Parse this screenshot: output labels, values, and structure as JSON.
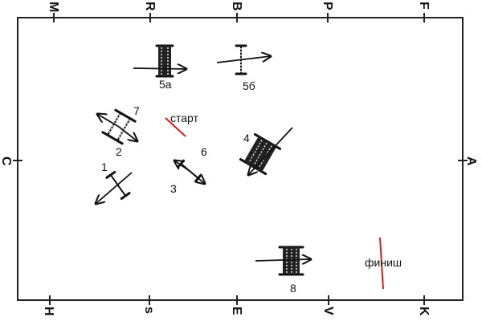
{
  "arena_letters": {
    "top": [
      "M",
      "R",
      "B",
      "P",
      "F"
    ],
    "bottom": [
      "H",
      "s",
      "E",
      "V",
      "K"
    ],
    "left": "C",
    "right": "A"
  },
  "obstacles": [
    {
      "id": "5a",
      "label": "5а"
    },
    {
      "id": "5b",
      "label": "5б"
    },
    {
      "id": "7",
      "label": "7"
    },
    {
      "id": "2",
      "label": "2"
    },
    {
      "id": "4",
      "label": "4"
    },
    {
      "id": "6",
      "label": "6"
    },
    {
      "id": "3",
      "label": "3"
    },
    {
      "id": "1",
      "label": "1"
    },
    {
      "id": "8",
      "label": "8"
    }
  ],
  "start_label": "старт",
  "finish_label": "финиш",
  "colors": {
    "line": "#111111",
    "start_finish": "#d42020"
  }
}
